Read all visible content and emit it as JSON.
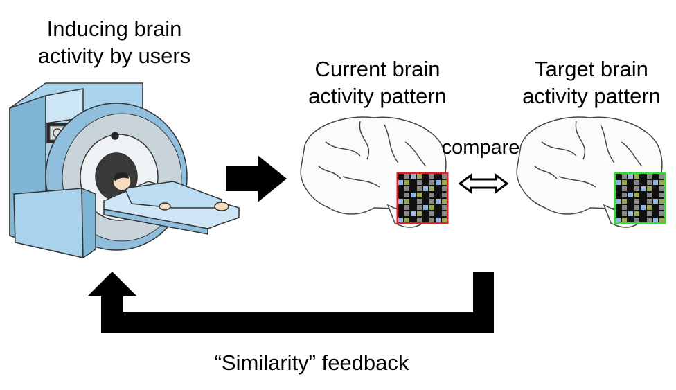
{
  "labels": {
    "scanner_caption": [
      "Inducing brain",
      "activity by users"
    ],
    "current_pattern": [
      "Current brain",
      "activity pattern"
    ],
    "target_pattern": [
      "Target brain",
      "activity pattern"
    ],
    "compare": "compare",
    "feedback": "“Similarity” feedback"
  },
  "colors": {
    "arrow": "#000000",
    "current_frame": "#e02020",
    "target_frame": "#33dd33",
    "scanner_body": "#a9d3ec",
    "scanner_shade": "#7fb6d6",
    "skin": "#f4dcc0",
    "gown": "#bcdcf2",
    "cell_dark": "#111111",
    "cell_gray": "#888888",
    "cell_blue": "#8eb7e6",
    "cell_olive": "#9aa85a"
  },
  "icons": {
    "scanner": "mri-scanner-icon",
    "brain": "brain-icon",
    "pattern": "voxel-grid-icon"
  }
}
